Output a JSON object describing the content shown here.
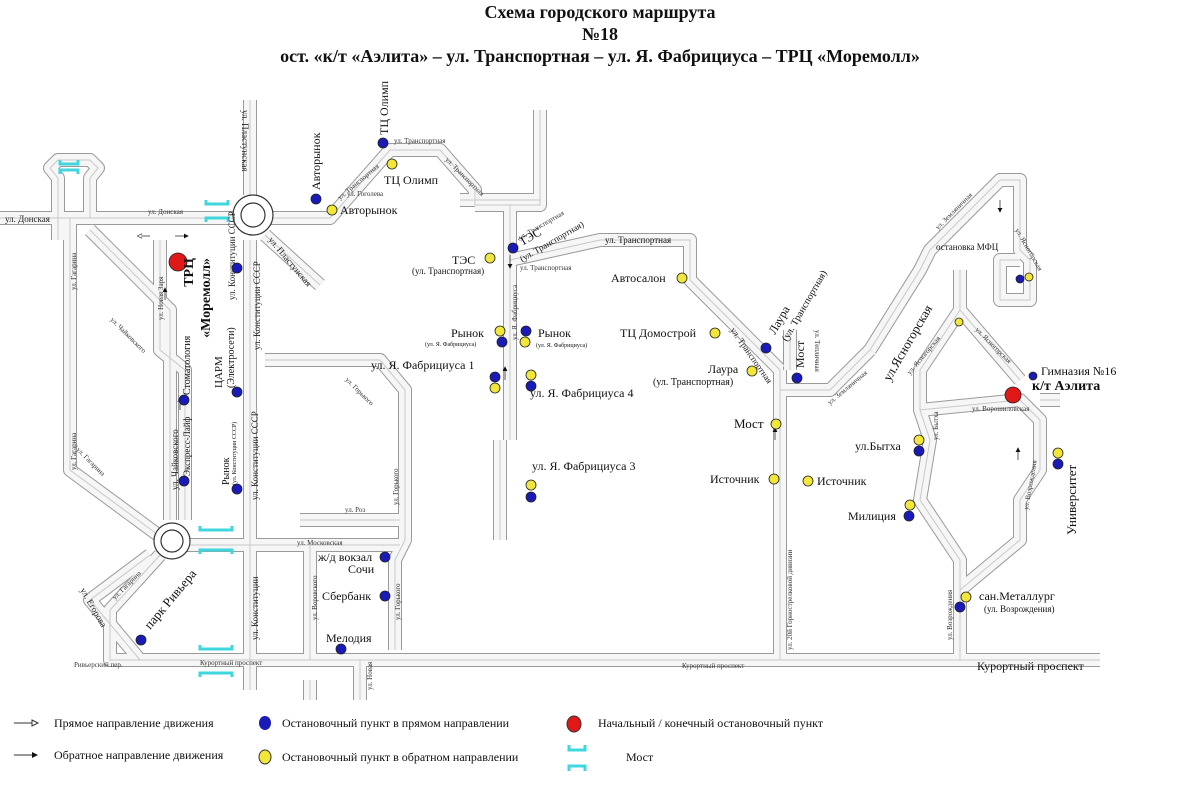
{
  "title": {
    "line1": "Схема городского маршрута",
    "line2": "№18",
    "line3": "ост. «к/т «Аэлита» – ул. Транспортная – ул. Я. Фабрициуса – ТРЦ «Моремолл»"
  },
  "colors": {
    "forward_stop": "#1a1ab8",
    "reverse_stop": "#f2e63a",
    "terminal_stop": "#e01818",
    "bridge": "#3fd7dd",
    "road_edge": "#9a9a9a"
  },
  "streets": {
    "donskaya": "ул. Донская",
    "donskaya_small": "ул. Донская",
    "gagarina1": "ул. Гагарина",
    "gagarina2": "ул. Гагарина",
    "gagarina3": "ул. Гагарина",
    "gagarina4": "ул. Гагарина",
    "chaikovskogo": "ул. Чайковского",
    "chaikovskogo2": "ул. Чайковского",
    "novaya_zarya": "ул. Новая Заря",
    "egorova": "ул. Егорова",
    "plastunskaya1": "ул. Пластунская",
    "plastunskaya2": "ул. Пластунская",
    "konstitutsii1": "ул. Конституции СССР",
    "konstitutsii2": "ул. Конституции СССР",
    "konstitutsii3": "ул. Конституции",
    "konstitutsii4": "ул. Конституции СССР",
    "gorkogo1": "ул. Горького",
    "gorkogo2": "ул. Горького",
    "gorkogo3": "ул. Горького",
    "roz": "ул. Роз",
    "moskovskaya": "ул. Московская",
    "vorovskogo": "ул. Воровского",
    "kurortny1": "Курортный проспект",
    "kurortny2": "Курортный проспект",
    "kurortny3": "Курортный проспект",
    "rivyersky": "Ривьерский пер.",
    "transportnaya1": "ул. Транспортная",
    "transportnaya2": "ул. Транспортная",
    "transportnaya3": "ул. Транспортная",
    "transportnaya4": "ул. Транспортная",
    "transportnaya5": "ул. Транспортная",
    "transportnaya6": "ул. Транспортная",
    "transportnaya7": "ул. Транспортная",
    "golenev": "ул. Гоголева",
    "fabritsiusa": "ул. Я. Фабрициуса",
    "teplichnaya": "ул. Тепличная",
    "zemlyanichnaya1": "ул. Земляничная",
    "zemlyanichnaya2": "ул. Земляничная",
    "yasnogorskaya1": "ул. Ясногорская",
    "yasnogorskaya2": "ул. Ясногорская",
    "yasnogorskaya3": "ул. Ясногорская",
    "voroshilovskaya": "ул. Ворошиловская",
    "bytkha": "ул. Бытха",
    "vozrozhdeniya1": "ул. Возрождения",
    "vozrozhdeniya2": "ул. Возрождения",
    "gruzinsky": "ул. 20й Горнострелковой дивизии",
    "novaya": "ул. Новая"
  },
  "stops": [
    {
      "id": "tsc-moremoll",
      "label1": "ТРЦ",
      "label2": "«Моремолл»",
      "type": "terminal"
    },
    {
      "id": "konstitutsii-sssr",
      "label": "ул. Конституции СССР",
      "type": "forward"
    },
    {
      "id": "tsarm",
      "label1": "ЦАРМ",
      "label2": "(Электросети)",
      "type": "forward"
    },
    {
      "id": "stomatologiya",
      "label": "Стоматология",
      "type": "forward"
    },
    {
      "id": "express-laif",
      "label": "Экспресс-Лайф",
      "type": "forward"
    },
    {
      "id": "rynok-konst",
      "label1": "Рынок",
      "label2": "(ул. Конституции СССР)",
      "type": "forward"
    },
    {
      "id": "park-riviera",
      "label": "парк Ривьера",
      "type": "forward"
    },
    {
      "id": "vokzal",
      "label1": "ж/д вокзал",
      "label2": "Сочи",
      "type": "forward"
    },
    {
      "id": "sberbank",
      "label": "Сбербанк",
      "type": "forward"
    },
    {
      "id": "melodiya",
      "label": "Мелодия",
      "type": "forward"
    },
    {
      "id": "avtorynok-f",
      "label": "Авторынок",
      "type": "forward"
    },
    {
      "id": "avtorynok-r",
      "label": "Авторынок",
      "type": "reverse"
    },
    {
      "id": "tts-olimp-f",
      "label": "ТЦ Олимп",
      "type": "forward"
    },
    {
      "id": "tts-olimp-r",
      "label": "ТЦ Олимп",
      "type": "reverse"
    },
    {
      "id": "tes-f",
      "label1": "ТЭС",
      "label2": "(ул. Транспортная)",
      "type": "forward"
    },
    {
      "id": "tes-r",
      "label1": "ТЭС",
      "label2": "(ул. Транспортная)",
      "type": "reverse"
    },
    {
      "id": "rynok-fab-l",
      "label1": "Рынок",
      "label2": "(ул. Я. Фабрициуса)",
      "type": "both"
    },
    {
      "id": "rynok-fab-r",
      "label1": "Рынок",
      "label2": "(ул. Я. Фабрициуса)",
      "type": "both"
    },
    {
      "id": "fab-1",
      "label": "ул. Я. Фабрициуса 1",
      "type": "both"
    },
    {
      "id": "fab-4",
      "label": "ул. Я. Фабрициуса 4",
      "type": "both"
    },
    {
      "id": "fab-3",
      "label": "ул. Я. Фабрициуса 3",
      "type": "both"
    },
    {
      "id": "avtosalon",
      "label": "Автосалон",
      "type": "reverse"
    },
    {
      "id": "tts-domostroy",
      "label": "ТЦ Домострой",
      "type": "reverse"
    },
    {
      "id": "laura-r",
      "label1": "Лаура",
      "label2": "(ул. Транспортная)",
      "type": "reverse"
    },
    {
      "id": "laura-f",
      "label1": "Лаура",
      "label2": "(ул. Транспортная)",
      "type": "forward"
    },
    {
      "id": "most-f",
      "label": "Мост",
      "type": "forward"
    },
    {
      "id": "most-r",
      "label": "Мост",
      "type": "reverse"
    },
    {
      "id": "istochnik-l",
      "label": "Источник",
      "type": "reverse"
    },
    {
      "id": "istochnik-r",
      "label": "Источник",
      "type": "reverse"
    },
    {
      "id": "mfts",
      "label": "остановка МФЦ",
      "type": "both"
    },
    {
      "id": "yasnogorskaya",
      "label": "ул.Ясногорская",
      "type": "reverse"
    },
    {
      "id": "gimnaziya",
      "label": "Гимназия №16",
      "type": "forward"
    },
    {
      "id": "aelita",
      "label": "к/т Аэлита",
      "type": "terminal"
    },
    {
      "id": "bytkha",
      "label": "ул.Бытха",
      "type": "both"
    },
    {
      "id": "militsiya",
      "label": "Милиция",
      "type": "both"
    },
    {
      "id": "universitet",
      "label": "Университет",
      "type": "both"
    },
    {
      "id": "metallurg",
      "label1": "сан.Металлург",
      "label2": "(ул. Возрождения)",
      "type": "both"
    }
  ],
  "legend": {
    "forward_dir": "Прямое направление движения",
    "reverse_dir": "Обратное направление движения",
    "forward_stop": "Остановочный пункт в прямом направлении",
    "reverse_stop": "Остановочный пункт в обратном направлении",
    "terminal": "Начальный / конечный остановочный пункт",
    "bridge": "Мост"
  }
}
